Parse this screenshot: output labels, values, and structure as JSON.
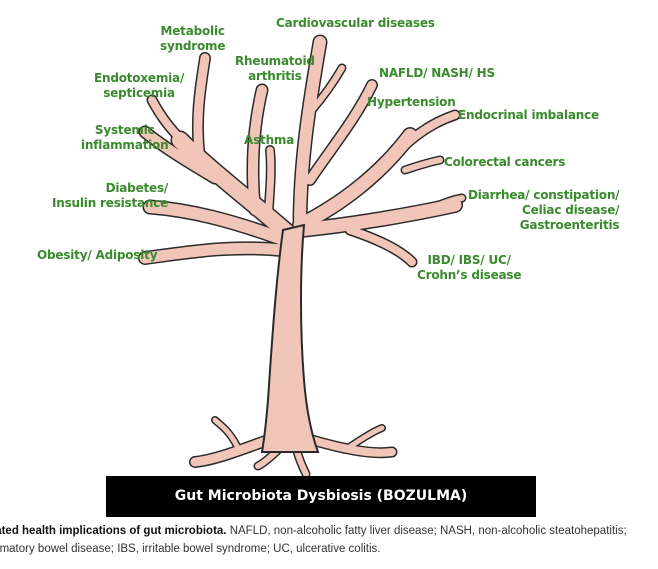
{
  "labels": {
    "metabolic": [
      "Metabolic",
      "syndrome"
    ],
    "cardiovascular": [
      "Cardiovascular diseases"
    ],
    "endotoxemia": [
      "Endotoxemia/",
      "septicemia"
    ],
    "rheumatoid": [
      "Rheumatoid",
      "arthritis"
    ],
    "nafld": [
      "NAFLD/ NASH/ HS"
    ],
    "hypertension": [
      "Hypertension"
    ],
    "systemic": [
      "Systemic",
      "inflammation"
    ],
    "asthma": [
      "Asthma"
    ],
    "endocrinal": [
      "Endocrinal imbalance"
    ],
    "colorectal": [
      "Colorectal cancers"
    ],
    "diabetes": [
      "Diabetes/",
      "Insulin resistance"
    ],
    "diarrhea": [
      "Diarrhea/ constipation/",
      "Celiac disease/",
      "Gastroenteritis"
    ],
    "obesity": [
      "Obesity/ Adiposity"
    ],
    "ibd": [
      "IBD/ IBS/ UC/",
      "Crohn’s disease"
    ]
  },
  "banner": "Gut Microbiota Dysbiosis (BOZULMA)",
  "caption": {
    "line1_bold": "lated health implications of gut microbiota.",
    "line1_rest": " NAFLD, non-alcoholic fatty liver disease; NASH, non-alcoholic steatohepatitis;",
    "line2": "mmatory bowel disease; IBS, irritable bowel syndrome; UC, ulcerative colitis."
  },
  "colors": {
    "trunk_fill": "#f1c6b8",
    "trunk_outline": "#2a2a2a",
    "label_green": "#3a8a2e",
    "banner_bg": "#000000",
    "banner_text": "#ffffff"
  }
}
